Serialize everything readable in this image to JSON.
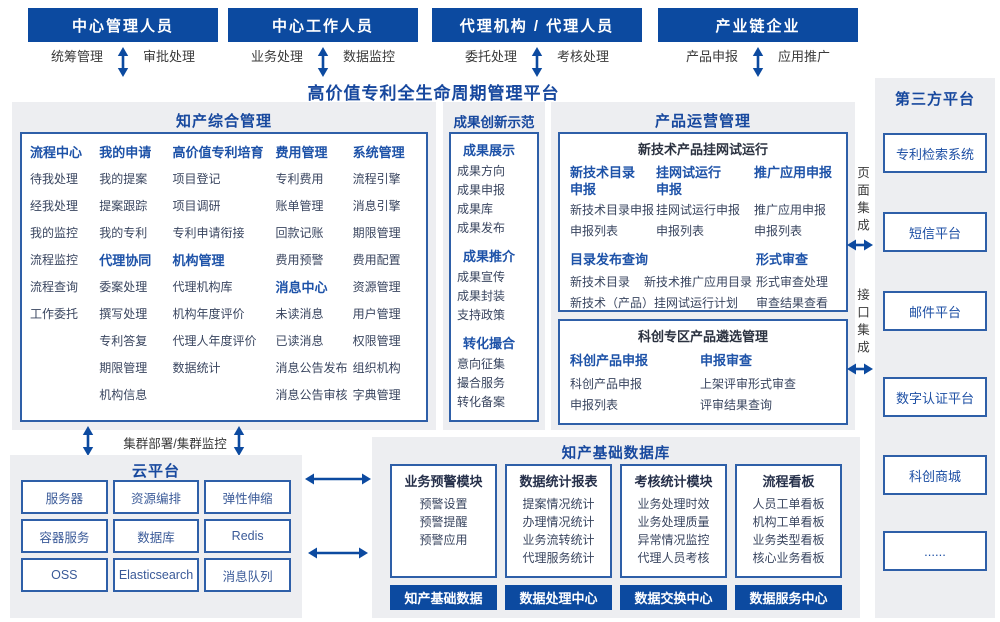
{
  "colors": {
    "primary_blue": "#0C4AA0",
    "border_blue": "#2E5FA8",
    "title_blue": "#17489E",
    "header_blue": "#1D52A8",
    "item_text": "#39455F",
    "panel_bg": "#EDEEF1"
  },
  "platform_title": "高价值专利全生命周期管理平台",
  "top_actors": [
    {
      "title": "中心管理人员",
      "left": "统筹管理",
      "right": "审批处理"
    },
    {
      "title": "中心工作人员",
      "left": "业务处理",
      "right": "数据监控"
    },
    {
      "title": "代理机构 / 代理人员",
      "left": "委托处理",
      "right": "考核处理"
    },
    {
      "title": "产业链企业",
      "left": "产品申报",
      "right": "应用推广"
    }
  ],
  "zhichan": {
    "title": "知产综合管理",
    "columns": [
      [
        {
          "header": "流程中心",
          "items": [
            "待我处理",
            "经我处理",
            "我的监控",
            "流程监控",
            "流程查询",
            "工作委托"
          ]
        }
      ],
      [
        {
          "header": "我的申请",
          "items": [
            "我的提案",
            "提案跟踪",
            "我的专利"
          ]
        },
        {
          "header": "代理协同",
          "items": [
            "委案处理",
            "撰写处理",
            "专利答复",
            "期限管理",
            "机构信息"
          ]
        }
      ],
      [
        {
          "header": "高价值专利培育",
          "items": [
            "项目登记",
            "项目调研",
            "专利申请衔接"
          ]
        },
        {
          "header": "机构管理",
          "items": [
            "代理机构库",
            "机构年度评价",
            "代理人年度评价",
            "数据统计"
          ]
        }
      ],
      [
        {
          "header": "费用管理",
          "items": [
            "专利费用",
            "账单管理",
            "回款记账",
            "费用预警"
          ]
        },
        {
          "header": "消息中心",
          "items": [
            "未读消息",
            "已读消息",
            "消息公告发布",
            "消息公告审核"
          ]
        }
      ],
      [
        {
          "header": "系统管理",
          "items": [
            "流程引擎",
            "消息引擎",
            "期限管理",
            "费用配置",
            "资源管理",
            "用户管理",
            "权限管理",
            "组织机构",
            "字典管理"
          ]
        }
      ]
    ]
  },
  "chengguo": {
    "title": "成果创新示范",
    "groups": [
      {
        "header": "成果展示",
        "items": [
          "成果方向",
          "成果申报",
          "成果库",
          "成果发布"
        ]
      },
      {
        "header": "成果推介",
        "items": [
          "成果宣传",
          "成果封装",
          "支持政策"
        ]
      },
      {
        "header": "转化撮合",
        "items": [
          "意向征集",
          "撮合服务",
          "转化备案"
        ]
      }
    ]
  },
  "chanpin": {
    "title": "产品运营管理",
    "box1": {
      "title": "新技术产品挂网试运行",
      "row1": [
        {
          "header": "新技术目录\n申报",
          "items": [
            "新技术目录申报",
            "申报列表"
          ]
        },
        {
          "header": "挂网试运行\n申报",
          "items": [
            "挂网试运行申报",
            "申报列表"
          ]
        },
        {
          "header": "推广应用申报",
          "items": [
            "推广应用申报",
            "申报列表"
          ]
        }
      ],
      "row2": [
        {
          "header": "目录发布查询",
          "items": [
            "新技术目录",
            "新技术推广应用目录",
            "新技术（产品）挂网试运行计划"
          ]
        },
        {
          "header": "形式审查",
          "items": [
            "形式审查处理",
            "审查结果查看"
          ]
        }
      ]
    },
    "box2": {
      "title": "科创专区产品遴选管理",
      "groups": [
        {
          "header": "科创产品申报",
          "items": [
            "科创产品申报",
            "申报列表"
          ]
        },
        {
          "header": "申报审查",
          "items": [
            "上架评审形式审查",
            "评审结果查询"
          ]
        }
      ]
    }
  },
  "third_party": {
    "title": "第三方平台",
    "items": [
      "专利检索系统",
      "短信平台",
      "邮件平台",
      "数字认证平台",
      "科创商城",
      "......"
    ]
  },
  "integration": {
    "page": "页面集成",
    "api": "接口集成"
  },
  "cloud": {
    "title": "云平台",
    "link": "集群部署/集群监控",
    "items": [
      "服务器",
      "资源编排",
      "弹性伸缩",
      "容器服务",
      "数据库",
      "Redis",
      "OSS",
      "Elasticsearch",
      "消息队列"
    ]
  },
  "database": {
    "title": "知产基础数据库",
    "modules": [
      {
        "header": "业务预警模块",
        "items": [
          "预警设置",
          "预警提醒",
          "预警应用"
        ],
        "footer": "知产基础数据"
      },
      {
        "header": "数据统计报表",
        "items": [
          "提案情况统计",
          "办理情况统计",
          "业务流转统计",
          "代理服务统计"
        ],
        "footer": "数据处理中心"
      },
      {
        "header": "考核统计模块",
        "items": [
          "业务处理时效",
          "业务处理质量",
          "异常情况监控",
          "代理人员考核"
        ],
        "footer": "数据交换中心"
      },
      {
        "header": "流程看板",
        "items": [
          "人员工单看板",
          "机构工单看板",
          "业务类型看板",
          "核心业务看板"
        ],
        "footer": "数据服务中心"
      }
    ]
  }
}
